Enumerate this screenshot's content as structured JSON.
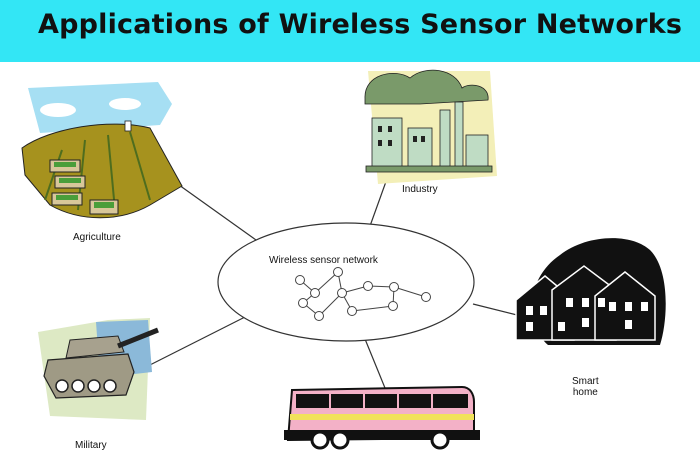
{
  "header": {
    "title": "Applications of Wireless Sensor Networks",
    "background_color": "#33e6f5"
  },
  "diagram": {
    "center_label": "Wireless sensor network",
    "nodes": [
      {
        "label": "Agriculture",
        "icon": "agriculture-field-icon"
      },
      {
        "label": "Industry",
        "icon": "factory-icon"
      },
      {
        "label": "Smart\nhome",
        "icon": "smart-home-icon"
      },
      {
        "label": "Military",
        "icon": "tank-icon"
      },
      {
        "label": "",
        "icon": "bus-icon"
      }
    ]
  }
}
